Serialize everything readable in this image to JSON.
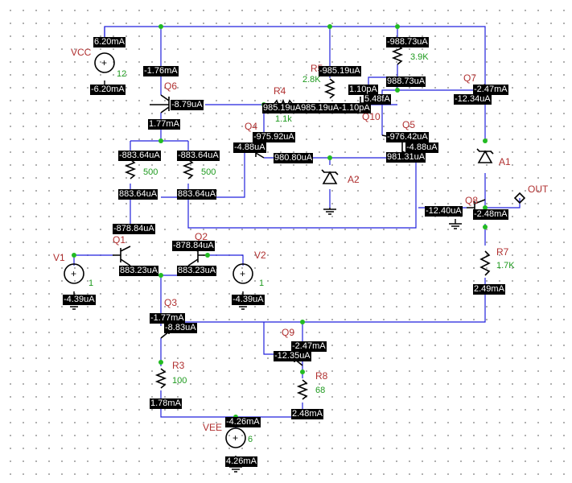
{
  "components": {
    "VCC": {
      "name": "VCC",
      "value": "12"
    },
    "V1": {
      "name": "V1",
      "value": "1"
    },
    "V2": {
      "name": "V2",
      "value": "1"
    },
    "VEE": {
      "name": "VEE",
      "value": "6"
    },
    "R1": {
      "value": "500"
    },
    "R2": {
      "value": "500"
    },
    "R3": {
      "name": "R3",
      "value": "100"
    },
    "R4": {
      "name": "R4",
      "value": "1.1k"
    },
    "R5": {
      "name": "R5",
      "value": "2.8K"
    },
    "R6": {
      "value": "3.9K"
    },
    "R7": {
      "name": "R7",
      "value": "1.7K"
    },
    "R8": {
      "name": "R8",
      "value": "68"
    },
    "Q1": {
      "name": "Q1"
    },
    "Q2": {
      "name": "Q2"
    },
    "Q3": {
      "name": "Q3"
    },
    "Q4": {
      "name": "Q4"
    },
    "Q5": {
      "name": "Q5"
    },
    "Q6": {
      "name": "Q6"
    },
    "Q7": {
      "name": "Q7"
    },
    "Q8": {
      "name": "Q8"
    },
    "Q9": {
      "name": "Q9"
    },
    "Q10": {
      "name": "Q10"
    },
    "A1": {
      "name": "A1"
    },
    "A2": {
      "name": "A2"
    },
    "OUT": {
      "name": "OUT"
    }
  },
  "probes": {
    "vcc_top": "6.20mA",
    "vcc_bot": "-6.20mA",
    "q6_c": "-1.76mA",
    "q6_b": "-8.79uA",
    "q6_e": "1.77mA",
    "r1_top": "-883.64uA",
    "r2_top": "-883.64uA",
    "r1_bot": "883.64uA",
    "r2_bot": "883.64uA",
    "r5_top": "-985.19uA",
    "r6_top": "-988.73uA",
    "r6_bot": "988.73uA",
    "r4_row": "985.19uA985.19uA-1.10pA",
    "q10_a": "1.10pA",
    "q10_b": "5.48fA",
    "q4_c": "-975.92uA",
    "q4_b": "-4.88uA",
    "q4_e": "980.80uA",
    "q5_c": "-976.42uA",
    "q5_b": "-4.88uA",
    "q5_e": "981.31uA",
    "q7_c": "-2.47mA",
    "q7_b": "-12.34uA",
    "q8_b": "-12.40uA",
    "q8_e": "-2.48mA",
    "q1_c": "-878.84uA",
    "q2_c": "-878.84uA",
    "q1_e": "883.23uA",
    "q2_e": "883.23uA",
    "v1_i": "-4.39uA",
    "v2_i": "-4.39uA",
    "q3_c": "-1.77mA",
    "q3_b": "-8.83uA",
    "q9_c": "-2.47mA",
    "q9_b": "-12.35uA",
    "r3_i": "1.78mA",
    "r8_i": "2.48mA",
    "r7_i": "2.49mA",
    "vee_top": "-4.26mA",
    "vee_bot": "4.26mA"
  }
}
